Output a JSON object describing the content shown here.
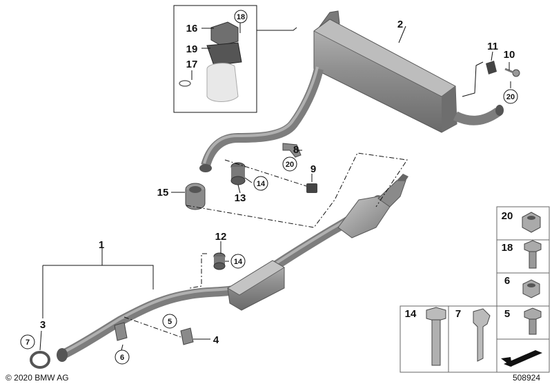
{
  "labels": {
    "p1": "1",
    "p2": "2",
    "p3": "3",
    "p4": "4",
    "p5": "5",
    "p6": "6",
    "p7": "7",
    "p8": "8",
    "p9": "9",
    "p10": "10",
    "p11": "11",
    "p12": "12",
    "p13": "13",
    "p14": "14",
    "p15": "15",
    "p16": "16",
    "p17": "17",
    "p18": "18",
    "p19": "19",
    "p20": "20"
  },
  "table": {
    "r20": "20",
    "r18": "18",
    "r6": "6",
    "r5": "5",
    "r14": "14",
    "r7": "7"
  },
  "footer": {
    "copyright": "© 2020 BMW AG",
    "diagram_number": "508924"
  }
}
